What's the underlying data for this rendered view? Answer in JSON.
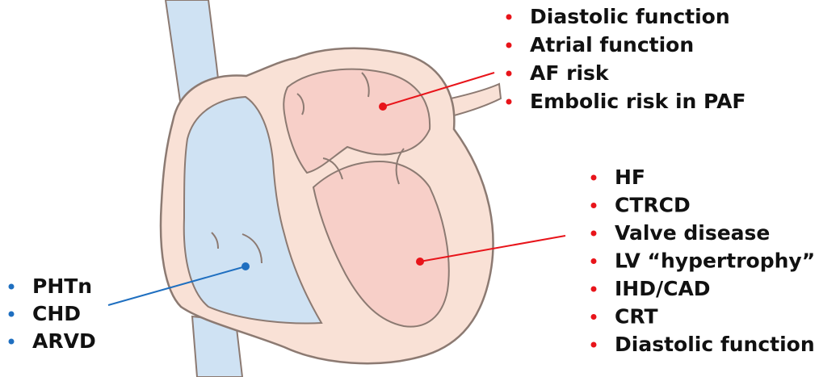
{
  "regions": {
    "left_atrium": {
      "marker_color": "#e8141a",
      "items": [
        "Diastolic function",
        "Atrial function",
        "AF risk",
        "Embolic risk in PAF"
      ]
    },
    "left_ventricle": {
      "marker_color": "#e8141a",
      "items": [
        "HF",
        "CTRCD",
        "Valve disease",
        "LV “hypertrophy”",
        "IHD/CAD",
        "CRT",
        "Diastolic function"
      ]
    },
    "right_ventricle": {
      "marker_color": "#1f6fc0",
      "items": [
        "PHTn",
        "CHD",
        "ARVD"
      ]
    }
  },
  "colors": {
    "deoxygenated_fill": "#cfe2f3",
    "oxygenated_fill": "#f7cfc8",
    "outer_wall": "#f9e1d6",
    "outline": "#8c7a72",
    "label_text": "#111111"
  }
}
